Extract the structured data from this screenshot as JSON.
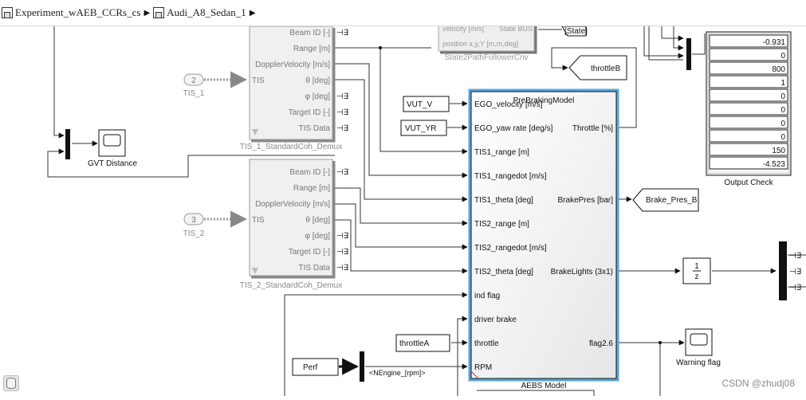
{
  "breadcrumbs": [
    {
      "label": "Experiment_wAEB_CCRs_cs"
    },
    {
      "label": "Audi_A8_Sedan_1"
    }
  ],
  "watermark": "CSDN @zhudj08",
  "blocks": {
    "gvt_scope": "GVT Distance",
    "tis1_inport": {
      "num": "2",
      "label": "TIS_1"
    },
    "tis2_inport": {
      "num": "3",
      "label": "TIS_2"
    },
    "tis1_demux": {
      "name": "TIS_1_StandardCoh_Demux",
      "in": "TIS",
      "outputs": [
        "Beam ID [-]",
        "Range [m]",
        "DopplerVelocity [m/s]",
        "θ [deg]",
        "φ [deg]",
        "Target ID [-]",
        "TIS Data"
      ]
    },
    "tis2_demux": {
      "name": "TIS_2_StandardCoh_Demux",
      "in": "TIS",
      "outputs": [
        "Beam ID [-]",
        "Range [m]",
        "DopplerVelocity [m/s]",
        "θ [deg]",
        "φ [deg]",
        "Target ID [-]",
        "TIS Data"
      ]
    },
    "state2path": {
      "name": "State2PathFollowerCnv",
      "line1": "velocity [m/s]",
      "line1b": "State BUS",
      "line2": "position x,y,Y [m,m,deg]"
    },
    "state_goto": "[State]",
    "throttleB": "throttleB",
    "vut_v": "VUT_V",
    "vut_yr": "VUT_YR",
    "throttleA": "throttleA",
    "perf": "Perf",
    "nengine": "<NEngine_[rpm]>",
    "brake_pres_goto": "Brake_Pres_B",
    "unit_delay": {
      "num": "1",
      "den": "z"
    },
    "warning_scope": "Warning flag",
    "aebs": {
      "title": "PreBrakingModel",
      "name": "AEBS Model",
      "inputs": [
        "EGO_velocity [m/s]",
        "EGO_yaw rate [deg/s]",
        "TIS1_range [m]",
        "TIS1_rangedot [m/s]",
        "TIS1_theta [deg]",
        "TIS2_range [m]",
        "TIS2_rangedot [m/s]",
        "TIS2_theta [deg]",
        "ind flag",
        "driver brake",
        "throttle",
        "RPM"
      ],
      "outputs": [
        "Throttle [%]",
        "BrakePres [bar]",
        "BrakeLights (3x1)",
        "flag2.6"
      ]
    },
    "output_check": {
      "name": "Output Check",
      "values": [
        "-0.931",
        "0",
        "800",
        "1",
        "0",
        "0",
        "0",
        "0",
        "150",
        "-4.523"
      ]
    }
  }
}
